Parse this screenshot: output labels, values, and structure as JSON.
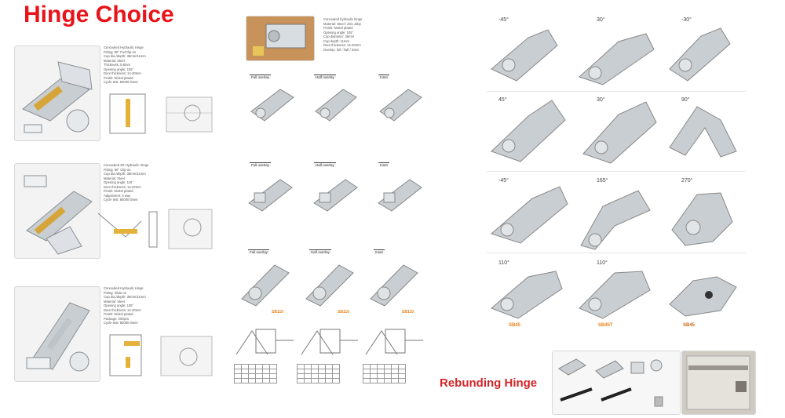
{
  "title": "Hinge Choice",
  "rebunding_label": "Rebunding Hinge",
  "colors": {
    "title": "#e8141b",
    "accent": "#e8821b",
    "metal": "#c9ced3"
  },
  "left_products": [
    {
      "specs": [
        "Concealed Hydraulic Hinge",
        "Fitting: 90° Fix/Clip-on",
        "Cup dia./depth: 35mm/11mm",
        "Material: Steel",
        "Thickness: 0.8mm",
        "Opening angle: 105°",
        "Door thickness: 14-20mm",
        "Finish: Nickel plated",
        "Cycle test: 50000 times"
      ]
    },
    {
      "specs": [
        "Concealed 3D Hydraulic Hinge",
        "Fitting: 90° Clip-on",
        "Cup dia./depth: 35mm/11mm",
        "Material: Steel",
        "Opening angle: 110°",
        "Door thickness: 14-22mm",
        "Finish: Nickel plated",
        "Adjustment: 3 way",
        "Cycle test: 80000 times"
      ]
    },
    {
      "specs": [
        "Concealed Hydraulic Hinge",
        "Fitting: Slide-on",
        "Cup dia./depth: 35mm/11mm",
        "Material: Steel",
        "Opening angle: 105°",
        "Door thickness: 14-20mm",
        "Finish: Nickel plated",
        "Package: 200pcs",
        "Cycle test: 50000 times"
      ]
    }
  ],
  "middle": {
    "top_specs": [
      "Concealed hydraulic hinge",
      "Material: Steel / Zinc alloy",
      "Finish: Nickel plated",
      "Opening angle: 105°",
      "Cup diameter: 35mm",
      "Cup depth: 11mm",
      "Door thickness: 14-20mm",
      "Overlay: full / half / inset"
    ],
    "rows": [
      [
        "Full overlay",
        "Half overlay",
        "Inset"
      ],
      [
        "Full overlay",
        "Half overlay",
        "Inset"
      ],
      [
        "Full overlay",
        "Half overlay",
        "Inset"
      ]
    ],
    "models": [
      "SB110",
      "SB110",
      "SB110"
    ]
  },
  "right": {
    "angles": [
      "-45°",
      "30°",
      "-30°",
      "45°",
      "30°",
      "90°",
      "-45°",
      "165°",
      "270°",
      "110°",
      "110°",
      ""
    ],
    "models": [
      "SB45",
      "SB45T",
      "SB45"
    ]
  }
}
